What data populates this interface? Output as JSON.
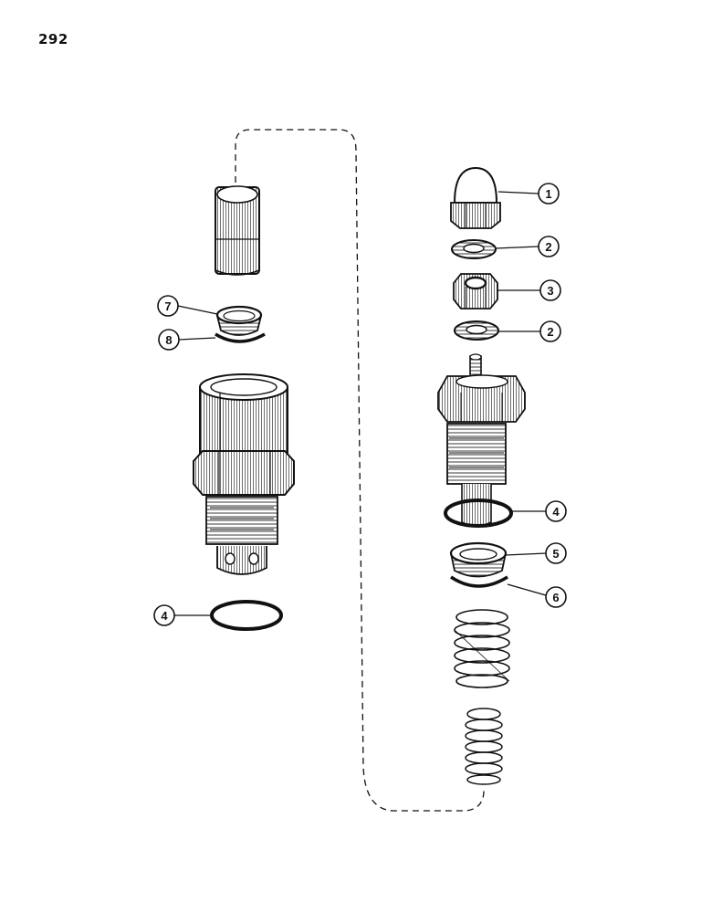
{
  "page": {
    "number": "292"
  },
  "callouts": [
    {
      "id": "c1",
      "label": "1",
      "part": "acorn-cap-nut"
    },
    {
      "id": "c2a",
      "label": "2",
      "part": "upper-washer"
    },
    {
      "id": "c3",
      "label": "3",
      "part": "hex-nut"
    },
    {
      "id": "c2b",
      "label": "2",
      "part": "lower-washer"
    },
    {
      "id": "c4a",
      "label": "4",
      "part": "nozzle-o-ring"
    },
    {
      "id": "c5",
      "label": "5",
      "part": "seat-ring"
    },
    {
      "id": "c6",
      "label": "6",
      "part": "seat-ring-seal"
    },
    {
      "id": "c7",
      "label": "7",
      "part": "bushing"
    },
    {
      "id": "c8",
      "label": "8",
      "part": "bushing-seal"
    },
    {
      "id": "c4b",
      "label": "4",
      "part": "body-o-ring"
    }
  ],
  "colors": {
    "ink": "#111111",
    "paper": "#ffffff"
  }
}
